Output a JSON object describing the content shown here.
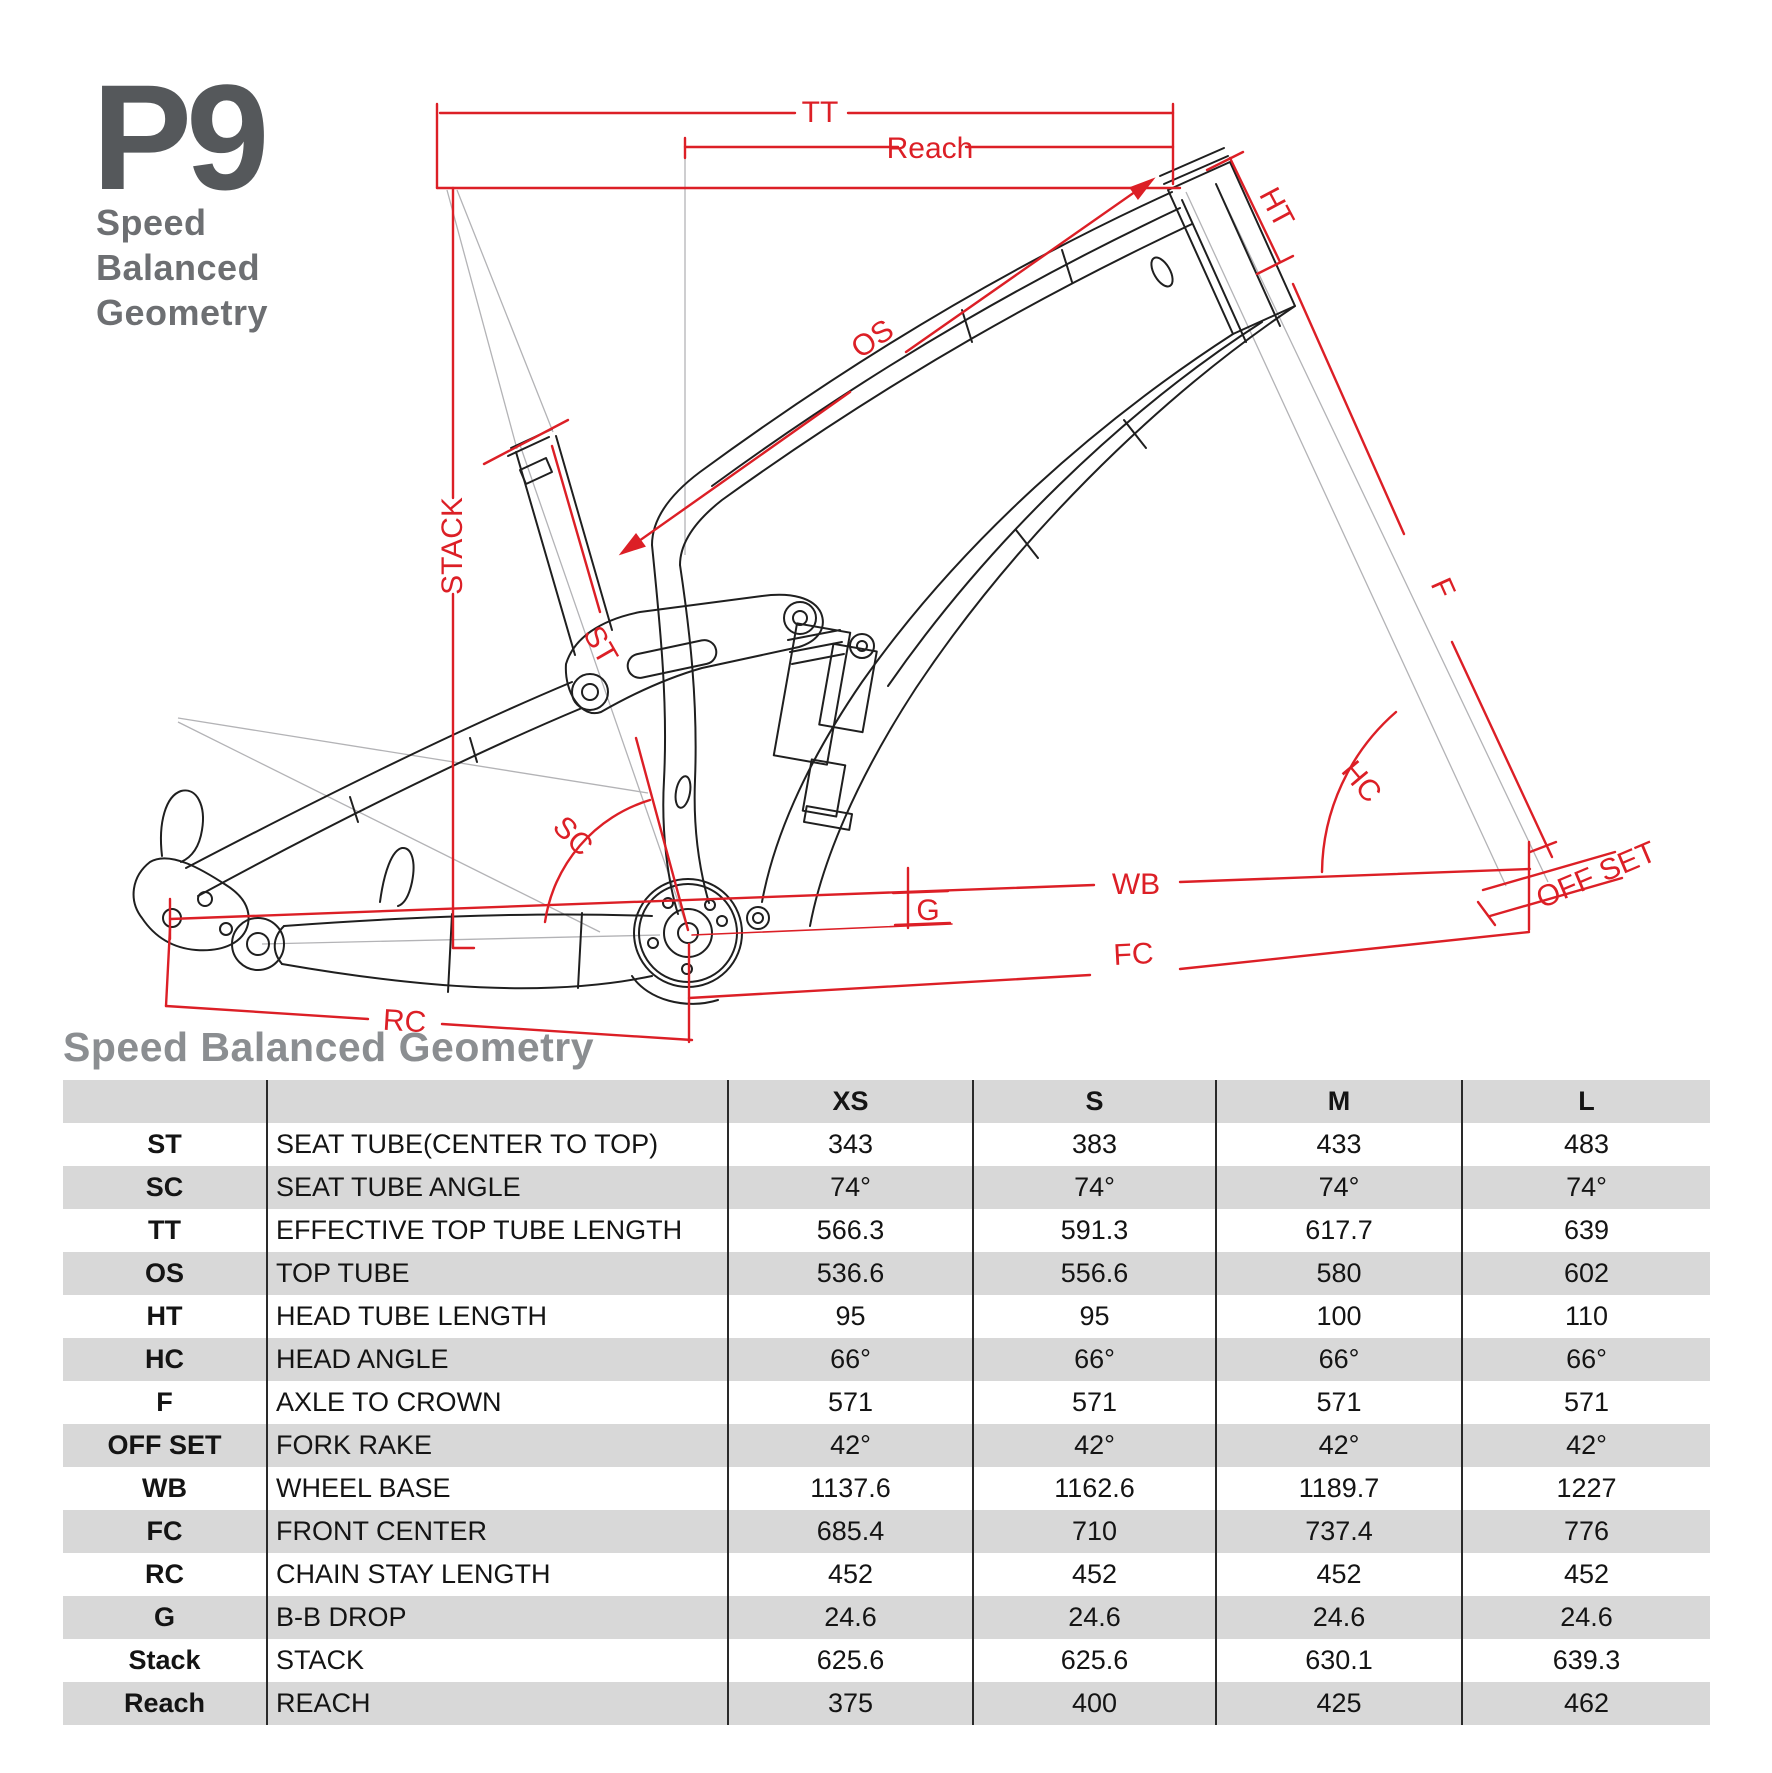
{
  "logo": {
    "model": "P9",
    "tagline_lines": [
      "Speed",
      "Balanced",
      "Geometry"
    ]
  },
  "diagram": {
    "labels": {
      "tt": "TT",
      "reach": "Reach",
      "ht": "HT",
      "os": "OS",
      "stack": "STACK",
      "st": "ST",
      "sc": "SC",
      "f": "F",
      "hc": "HC",
      "wb": "WB",
      "g": "G",
      "off_set": "OFF SET",
      "fc": "FC",
      "rc": "RC"
    },
    "colors": {
      "dimension_red": "#dc1f26",
      "frame_line": "#1f1f1f",
      "construction_gray": "#b3b3b6"
    }
  },
  "table": {
    "title": "Speed Balanced Geometry",
    "size_headers": [
      "XS",
      "S",
      "M",
      "L"
    ],
    "rows": [
      {
        "abbr": "ST",
        "desc": "SEAT TUBE(CENTER TO TOP)",
        "values": [
          "343",
          "383",
          "433",
          "483"
        ]
      },
      {
        "abbr": "SC",
        "desc": "SEAT TUBE ANGLE",
        "values": [
          "74°",
          "74°",
          "74°",
          "74°"
        ]
      },
      {
        "abbr": "TT",
        "desc": "EFFECTIVE TOP TUBE LENGTH",
        "values": [
          "566.3",
          "591.3",
          "617.7",
          "639"
        ]
      },
      {
        "abbr": "OS",
        "desc": "TOP TUBE",
        "values": [
          "536.6",
          "556.6",
          "580",
          "602"
        ]
      },
      {
        "abbr": "HT",
        "desc": "HEAD TUBE LENGTH",
        "values": [
          "95",
          "95",
          "100",
          "110"
        ]
      },
      {
        "abbr": "HC",
        "desc": "HEAD ANGLE",
        "values": [
          "66°",
          "66°",
          "66°",
          "66°"
        ]
      },
      {
        "abbr": "F",
        "desc": "AXLE TO CROWN",
        "values": [
          "571",
          "571",
          "571",
          "571"
        ]
      },
      {
        "abbr": "OFF SET",
        "desc": "FORK RAKE",
        "values": [
          "42°",
          "42°",
          "42°",
          "42°"
        ]
      },
      {
        "abbr": "WB",
        "desc": "WHEEL BASE",
        "values": [
          "1137.6",
          "1162.6",
          "1189.7",
          "1227"
        ]
      },
      {
        "abbr": "FC",
        "desc": "FRONT CENTER",
        "values": [
          "685.4",
          "710",
          "737.4",
          "776"
        ]
      },
      {
        "abbr": "RC",
        "desc": "CHAIN STAY LENGTH",
        "values": [
          "452",
          "452",
          "452",
          "452"
        ]
      },
      {
        "abbr": "G",
        "desc": "B-B DROP",
        "values": [
          "24.6",
          "24.6",
          "24.6",
          "24.6"
        ]
      },
      {
        "abbr": "Stack",
        "desc": "STACK",
        "values": [
          "625.6",
          "625.6",
          "630.1",
          "639.3"
        ]
      },
      {
        "abbr": "Reach",
        "desc": "REACH",
        "values": [
          "375",
          "400",
          "425",
          "462"
        ]
      }
    ]
  }
}
